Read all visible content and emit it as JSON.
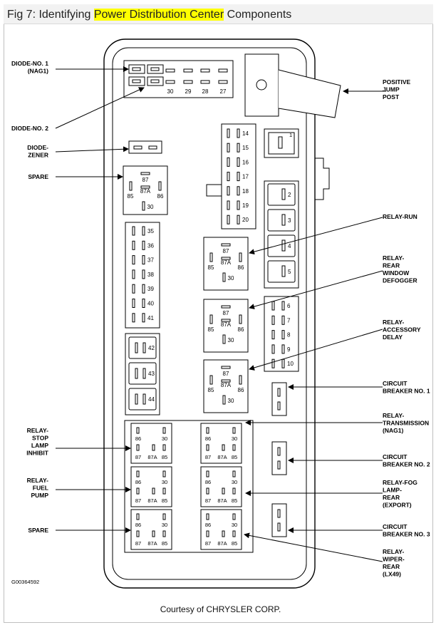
{
  "header": {
    "title_prefix": "Fig 7: Identifying ",
    "title_highlight": "Power Distribution Center",
    "title_suffix": " Components"
  },
  "labels_left": {
    "diode1": [
      "DIODE-NO. 1",
      "(NAG1)"
    ],
    "diode2": [
      "DIODE-NO. 2"
    ],
    "zener": [
      "DIODE-",
      "ZENER"
    ],
    "spare_top": [
      "SPARE"
    ],
    "relay_stop": [
      "RELAY-",
      "STOP",
      "LAMP",
      "INHIBIT"
    ],
    "relay_fuel": [
      "RELAY-",
      "FUEL",
      "PUMP"
    ],
    "spare_bottom": [
      "SPARE"
    ]
  },
  "labels_right": {
    "jump": [
      "POSITIVE",
      "JUMP",
      "POST"
    ],
    "run": [
      "RELAY-RUN"
    ],
    "defog": [
      "RELAY-",
      "REAR",
      "WINDOW",
      "DEFOGGER"
    ],
    "accessory": [
      "RELAY-",
      "ACCESSORY",
      "DELAY"
    ],
    "cb1": [
      "CIRCUIT",
      "BREAKER NO. 1"
    ],
    "transmission": [
      "RELAY-",
      "TRANSMISSION",
      "(NAG1)"
    ],
    "cb2": [
      "CIRCUIT",
      "BREAKER NO. 2"
    ],
    "fog": [
      "RELAY-FOG",
      "LAMP-",
      "REAR",
      "(EXPORT)"
    ],
    "cb3": [
      "CIRCUIT",
      "BREAKER NO. 3"
    ],
    "wiper": [
      "RELAY-",
      "WIPER-",
      "REAR",
      "(LX49)"
    ]
  },
  "fuses": {
    "top_row": [
      "30",
      "29",
      "28",
      "27"
    ],
    "column_a": [
      "14",
      "15",
      "16",
      "17",
      "18",
      "19",
      "20"
    ],
    "column_b": [
      "35",
      "36",
      "37",
      "38",
      "39",
      "40",
      "41"
    ],
    "column_c": [
      "6",
      "7",
      "8",
      "9",
      "10"
    ],
    "large_right": [
      "1",
      "2",
      "3",
      "4",
      "5"
    ],
    "large_left": [
      "42",
      "43",
      "44"
    ]
  },
  "relay_pins": {
    "p87": "87",
    "p87a": "87A",
    "p85": "85",
    "p86": "86",
    "p30": "30"
  },
  "figure_id": "G00364592",
  "credit": "Courtesy of CHRYSLER CORP."
}
